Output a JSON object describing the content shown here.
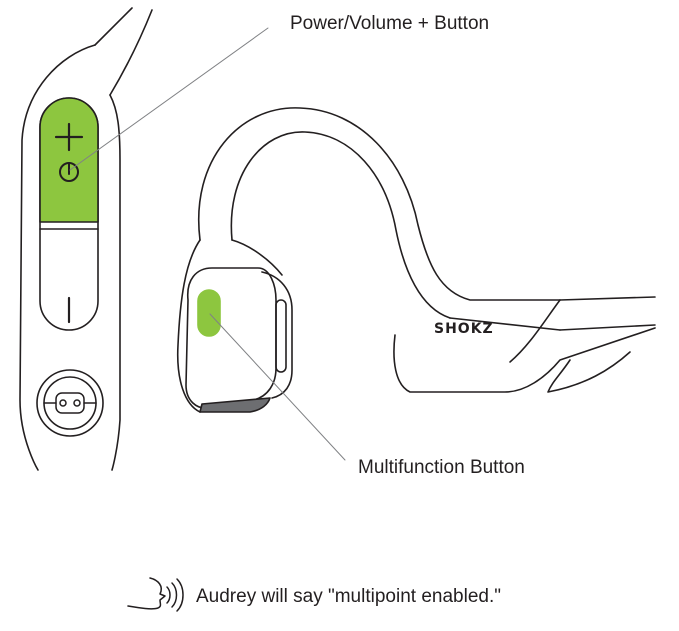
{
  "callouts": {
    "power_volume_button": "Power/Volume + Button",
    "multifunction_button": "Multifunction Button"
  },
  "brand": "SHOKZ",
  "voice_prompt": {
    "icon": "speaking-head-icon",
    "text": "Audrey will say \"multipoint enabled.\""
  },
  "colors": {
    "button_highlight": "#8dc63f",
    "outline": "#231f20",
    "background": "#ffffff"
  }
}
